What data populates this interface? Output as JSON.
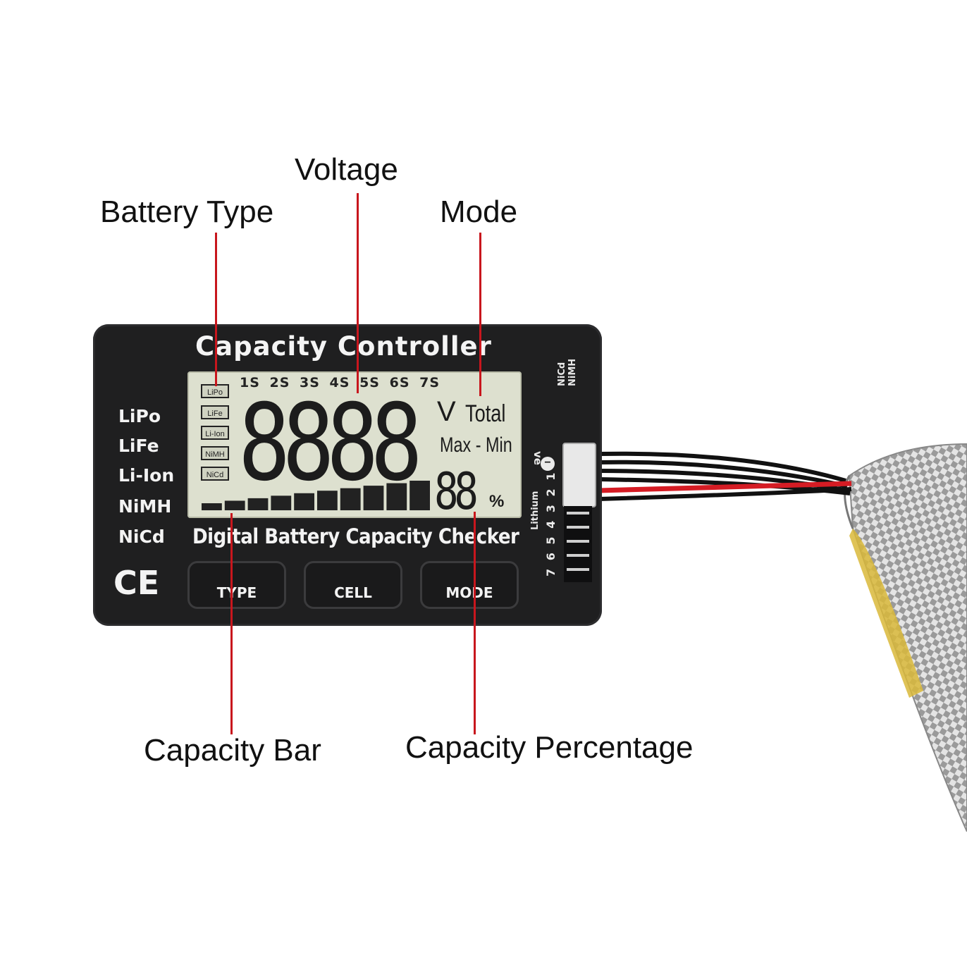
{
  "callouts": {
    "voltage": "Voltage",
    "battery_type": "Battery Type",
    "mode": "Mode",
    "capacity_bar": "Capacity Bar",
    "capacity_percentage": "Capacity Percentage"
  },
  "device": {
    "title": "Capacity Controller",
    "subtitle": "Digital Battery Capacity Checker",
    "type_labels": [
      "LiPo",
      "LiFe",
      "Li-Ion",
      "NiMH",
      "NiCd"
    ],
    "ce_mark": "CE",
    "buttons": {
      "type": "TYPE",
      "cell": "CELL",
      "mode": "MODE"
    },
    "port": {
      "nicd_nimh": [
        "NiCd",
        "NiMH"
      ],
      "ve": "ve",
      "lithium": "Lithium",
      "pins": "7 6 5 4 3 2 1"
    }
  },
  "lcd": {
    "type_tags": [
      "LiPo",
      "LiFe",
      "Li-Ion",
      "NiMH",
      "NiCd"
    ],
    "cells": "1S 2S 3S 4S 5S 6S 7S",
    "digits": "8888",
    "unit": "V",
    "total": "Total",
    "maxmin": "Max - Min",
    "percent_digits": "88",
    "percent_sign": "%",
    "bar_segments": 10
  },
  "colors": {
    "leader": "#c8161d",
    "device": "#1f1f20",
    "lcd": "#dde0cf"
  }
}
